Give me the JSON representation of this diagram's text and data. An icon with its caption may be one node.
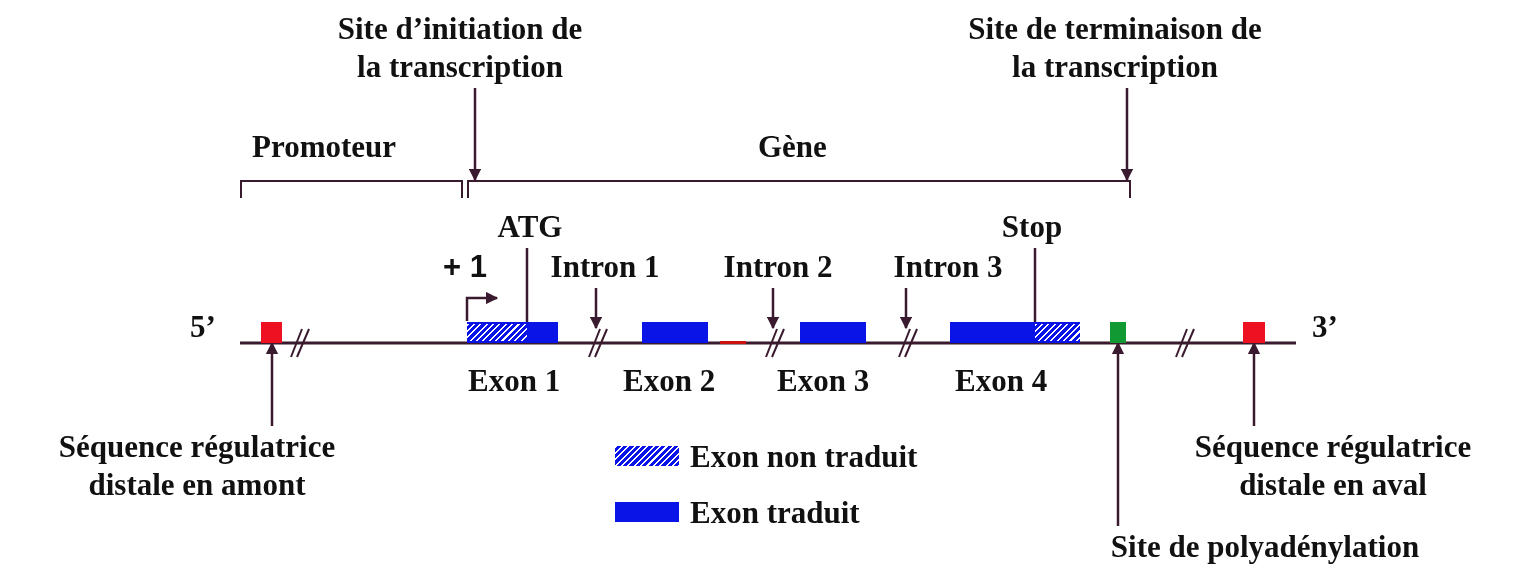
{
  "diagram": {
    "nodes": [
      {
        "text": [
          "Site d’initiation de la transcription"
        ]
      },
      {
        "text": [
          "Site de terminaison de la transcription"
        ]
      },
      {
        "text": [],
        "shape": "bracket",
        "beside": [
          "Promoteur"
        ]
      },
      {
        "text": [],
        "shape": "bracket",
        "beside": [
          "Gène"
        ]
      },
      {
        "text": [
          "ATG"
        ]
      },
      {
        "text": [
          "Intron 1"
        ]
      },
      {
        "text": [
          "Intron 2"
        ]
      },
      {
        "text": [
          "Intron 3"
        ]
      },
      {
        "text": [
          "Stop"
        ]
      },
      {
        "text": [],
        "shape": "box"
      },
      {
        "text": [],
        "shape": "break"
      },
      {
        "text": [],
        "shape": "bar",
        "beside": [
          "Exon 1"
        ]
      },
      {
        "text": [],
        "shape": "break"
      },
      {
        "text": [],
        "shape": "bar",
        "beside": [
          "Exon 2"
        ]
      },
      {
        "text": [],
        "shape": "break"
      },
      {
        "text": [],
        "shape": "bar",
        "beside": [
          "Exon 3"
        ]
      },
      {
        "text": [],
        "shape": "break"
      },
      {
        "text": [],
        "shape": "bar",
        "beside": [
          "Exon 4"
        ]
      },
      {
        "text": [],
        "shape": "box"
      },
      {
        "text": [],
        "shape": "break"
      },
      {
        "text": [],
        "shape": "box"
      },
      {
        "text": [
          "Séquence régulatrice distale en amont"
        ]
      },
      {
        "text": [
          "Site de polyadénylation"
        ]
      },
      {
        "text": [
          "Séquence régulatrice distale en aval"
        ]
      }
    ],
    "edges": [
      {
        "from": 0,
        "to": 3,
        "arrow": "to"
      },
      {
        "from": 1,
        "to": 3,
        "arrow": "to"
      },
      {
        "from": 4,
        "to": 11,
        "arrow": "none"
      },
      {
        "from": 5,
        "to": 12,
        "arrow": "to"
      },
      {
        "from": 6,
        "to": 14,
        "arrow": "to"
      },
      {
        "from": 7,
        "to": 16,
        "arrow": "to"
      },
      {
        "from": 8,
        "to": 17,
        "arrow": "none"
      },
      {
        "from": 21,
        "to": 9,
        "arrow": "to"
      },
      {
        "from": 22,
        "to": 18,
        "arrow": "to"
      },
      {
        "from": 23,
        "to": 20,
        "arrow": "to"
      }
    ],
    "labels": [
      "+ 1",
      "5’",
      "3’"
    ],
    "legend": [
      {
        "text": "Exon non traduit"
      },
      {
        "text": "Exon traduit",
        "color": "#0a14e6"
      }
    ]
  }
}
